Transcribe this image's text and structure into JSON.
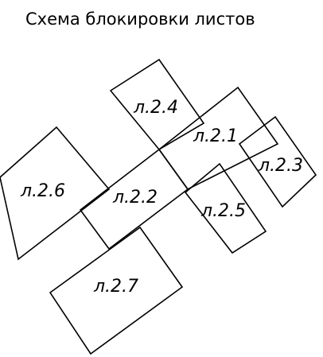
{
  "diagram": {
    "title": "Схема блокировки листов",
    "sheets": [
      {
        "id": "s24",
        "label": "л.2.4"
      },
      {
        "id": "s21",
        "label": "л.2.1"
      },
      {
        "id": "s23",
        "label": "л.2.3"
      },
      {
        "id": "s26",
        "label": "л.2.6"
      },
      {
        "id": "s22",
        "label": "л.2.2"
      },
      {
        "id": "s25",
        "label": "л.2.5"
      },
      {
        "id": "s27",
        "label": "л.2.7"
      }
    ]
  }
}
